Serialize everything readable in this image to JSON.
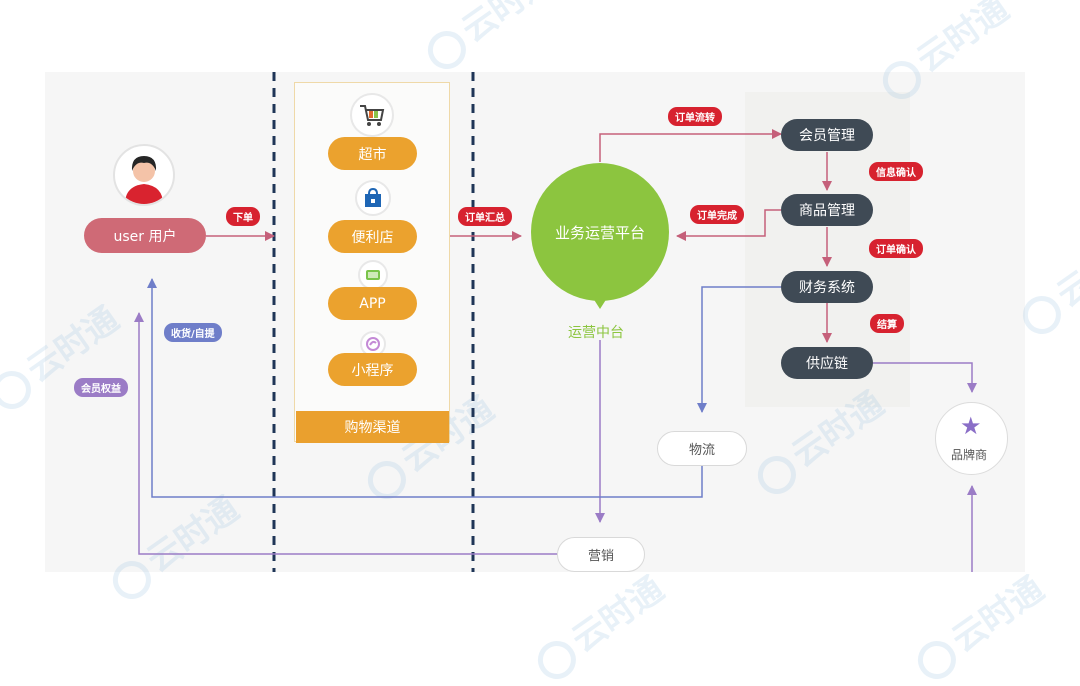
{
  "user": {
    "label": "user 用户"
  },
  "channels": {
    "items": [
      {
        "label": "超市",
        "icon": "shopping-cart-icon"
      },
      {
        "label": "便利店",
        "icon": "store-bag-icon"
      },
      {
        "label": "APP",
        "icon": "phone-app-icon"
      },
      {
        "label": "小程序",
        "icon": "mini-program-icon"
      }
    ],
    "footer": "购物渠道"
  },
  "hub": {
    "label": "业务运营平台",
    "caption": "运营中台"
  },
  "systems": {
    "member": "会员管理",
    "product": "商品管理",
    "finance": "财务系统",
    "supply": "供应链"
  },
  "logistics": "物流",
  "marketing": "营销",
  "brand": {
    "label": "品牌商",
    "icon": "star-icon"
  },
  "tags": {
    "place_order": "下单",
    "order_summary": "订单汇总",
    "order_flow": "订单流转",
    "info_confirm": "信息确认",
    "order_complete": "订单完成",
    "order_confirm": "订单确认",
    "settlement": "结算",
    "receive": "收货/自提",
    "member_benefits": "会员权益"
  },
  "watermark": "云时通",
  "colors": {
    "user": "#cf6a76",
    "channel": "#eba22e",
    "hub": "#8cc53f",
    "system": "#3f4a55",
    "tag_red": "#d7222f",
    "tag_blue": "#6f7ec9",
    "tag_purple": "#9b7cc6",
    "divider": "#1f3557"
  }
}
